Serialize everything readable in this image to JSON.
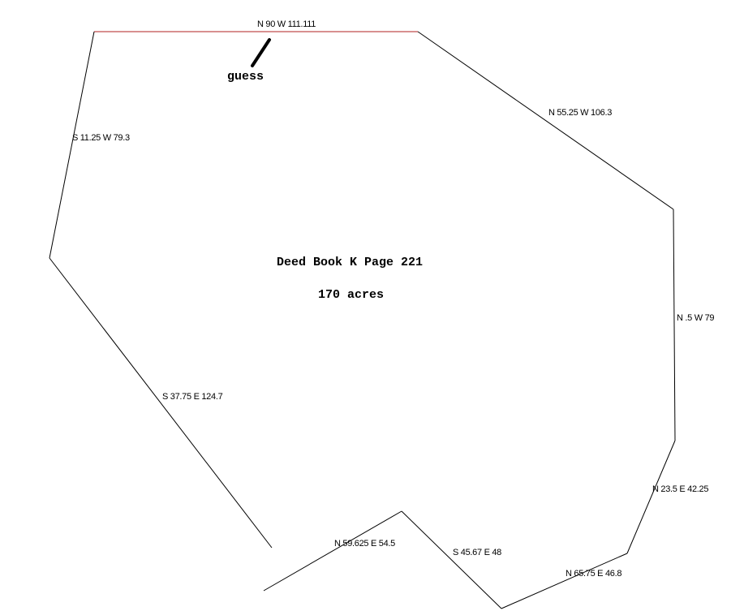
{
  "title": "Deed Book K Page 221",
  "area": "170 acres",
  "annotation": "guess",
  "colors": {
    "line": "#000000",
    "top_boundary": "#b22222"
  },
  "calls": [
    "N 90 W 111.111",
    "N 55.25 W 106.3",
    "N .5 W 79",
    "N 23.5 E 42.25",
    "N 65.75 E 46.8",
    "S 45.67 E 48",
    "N 59.625 E 54.5",
    "S 37.75 E 124.7",
    "S 11.25 W 79.3"
  ]
}
